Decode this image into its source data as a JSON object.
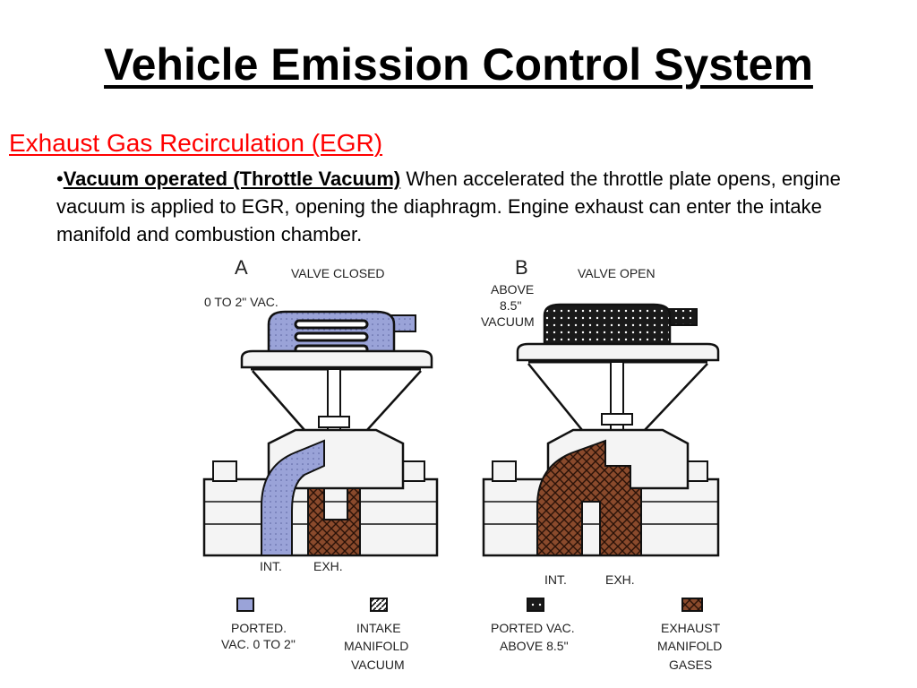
{
  "title": "Vehicle Emission Control System",
  "subtitle": "Exhaust Gas Recirculation (EGR)",
  "bullet": {
    "marker": "•",
    "lead": "Vacuum operated (Throttle Vacuum)",
    "text": " When accelerated the throttle plate opens, engine vacuum is applied to EGR, opening the diaphragm. Engine exhaust can enter the intake manifold and combustion chamber."
  },
  "diagram": {
    "panel_a": {
      "letter": "A",
      "state": "VALVE CLOSED",
      "vacuum": "0 TO 2\" VAC.",
      "int_label": "INT.",
      "exh_label": "EXH."
    },
    "panel_b": {
      "letter": "B",
      "state": "VALVE OPEN",
      "vacuum_line1": "ABOVE",
      "vacuum_line2": "8.5\"",
      "vacuum_line3": "VACUUM",
      "int_label": "INT.",
      "exh_label": "EXH."
    },
    "legend": [
      {
        "line1": "PORTED.",
        "line2": "VAC. 0 TO 2\"",
        "line3": ""
      },
      {
        "line1": "INTAKE",
        "line2": "MANIFOLD",
        "line3": "VACUUM"
      },
      {
        "line1": "PORTED VAC.",
        "line2": "ABOVE 8.5\"",
        "line3": ""
      },
      {
        "line1": "EXHAUST",
        "line2": "MANIFOLD",
        "line3": "GASES"
      }
    ],
    "colors": {
      "ported_vac": "#9aa3d8",
      "exhaust": "#8a4a2c",
      "dark_vac": "#1a1a1a",
      "metal": "#f4f4f4"
    }
  }
}
